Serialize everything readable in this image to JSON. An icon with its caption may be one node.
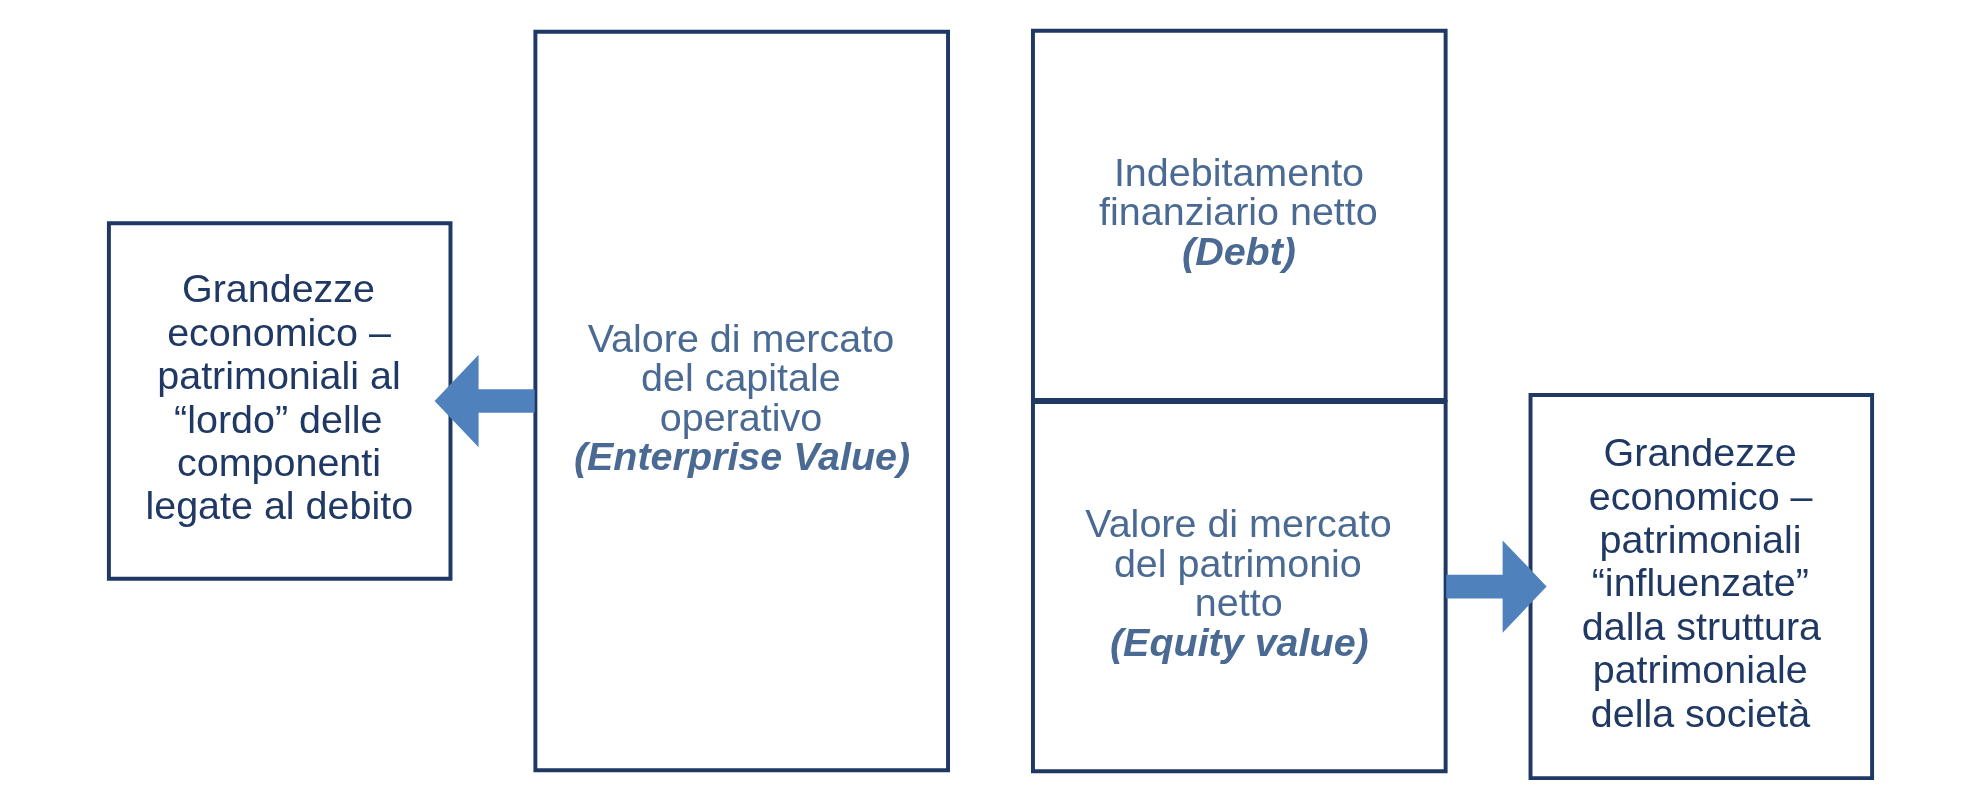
{
  "diagram": {
    "nodes": [
      {
        "text": [
          "Grandezze economico – patrimoniali al “lordo” delle componenti legate al debito"
        ]
      },
      {
        "text": [
          "Valore di mercato del capitale operativo",
          "(Enterprise Value)"
        ]
      },
      {
        "text": [
          "Valore di mercato del patrimonio netto",
          "(Equity value)"
        ]
      },
      {
        "text": [
          "Indebitamento finanziario netto",
          "(Debt)"
        ]
      },
      {
        "text": [
          "Grandezze economico – patrimoniali “influenzate” dalla struttura patrimoniale della società"
        ]
      }
    ],
    "edges": [
      {
        "from": 1,
        "to": 0,
        "arrow": "to"
      },
      {
        "from": 2,
        "to": 4,
        "arrow": "to"
      }
    ]
  }
}
